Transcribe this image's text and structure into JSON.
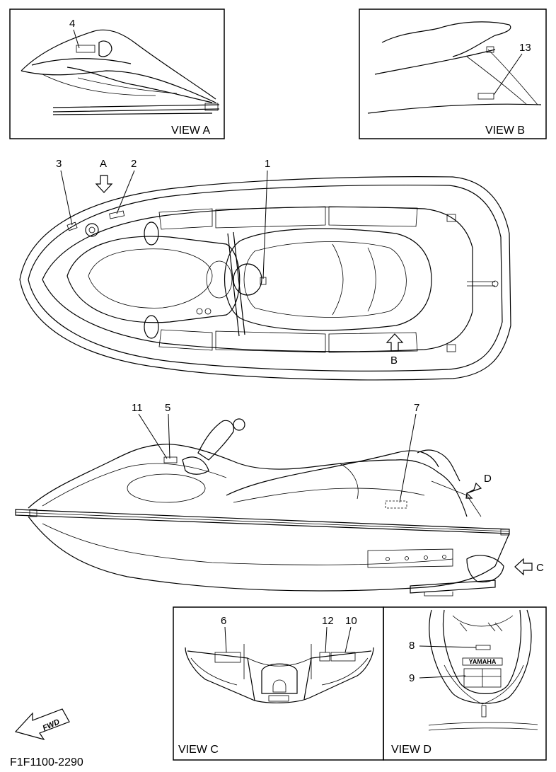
{
  "views": {
    "view_a": "VIEW A",
    "view_b": "VIEW B",
    "view_c": "VIEW C",
    "view_d": "VIEW D"
  },
  "callouts": {
    "n1": "1",
    "n2": "2",
    "n3": "3",
    "n4": "4",
    "n5": "5",
    "n6": "6",
    "n7": "7",
    "n8": "8",
    "n9": "9",
    "n10": "10",
    "n11": "11",
    "n12": "12",
    "n13": "13"
  },
  "arrows": {
    "a": "A",
    "b": "B",
    "c": "C",
    "d": "D"
  },
  "brand_text": "YAMAHA",
  "fwd_text": "FWD",
  "part_code": "F1F1100-2290"
}
